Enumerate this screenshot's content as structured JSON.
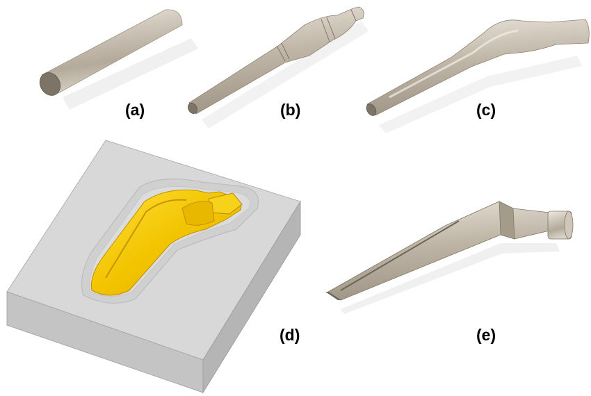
{
  "figure": {
    "panels": [
      {
        "id": "a",
        "label": "(a)"
      },
      {
        "id": "b",
        "label": "(b)"
      },
      {
        "id": "c",
        "label": "(c)"
      },
      {
        "id": "d",
        "label": "(d)"
      },
      {
        "id": "e",
        "label": "(e)"
      }
    ]
  },
  "colors": {
    "background": "#ffffff",
    "metal_light": "#e4ddd2",
    "metal_mid": "#c5bcae",
    "metal_dark": "#8f8778",
    "die_top": "#d9d9d9",
    "die_side": "#bdbdbd",
    "forging_yellow": "#f2c400",
    "forging_dark": "#c99a00"
  }
}
